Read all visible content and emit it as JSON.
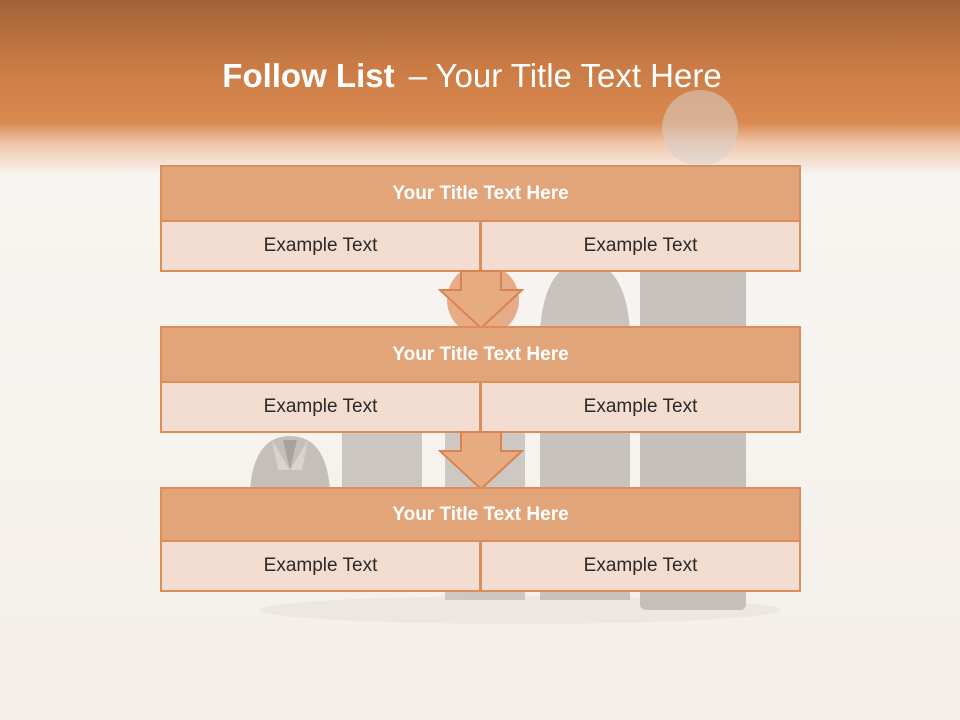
{
  "slide": {
    "title_bold": "Follow List",
    "title_rest": "– Your Title Text Here"
  },
  "blocks": [
    {
      "title": "Your Title Text Here",
      "left_text": "Example Text",
      "right_text": "Example Text"
    },
    {
      "title": "Your Title Text Here",
      "left_text": "Example Text",
      "right_text": "Example Text"
    },
    {
      "title": "Your Title Text Here",
      "left_text": "Example Text",
      "right_text": "Example Text"
    }
  ],
  "colors": {
    "header_band": "#d4834a",
    "block_header": "#e2a57a",
    "block_cell": "#f3dcd0",
    "border": "#dc8d59",
    "arrow_fill": "#e7ab82"
  },
  "icons": [
    "down-arrow-icon"
  ]
}
